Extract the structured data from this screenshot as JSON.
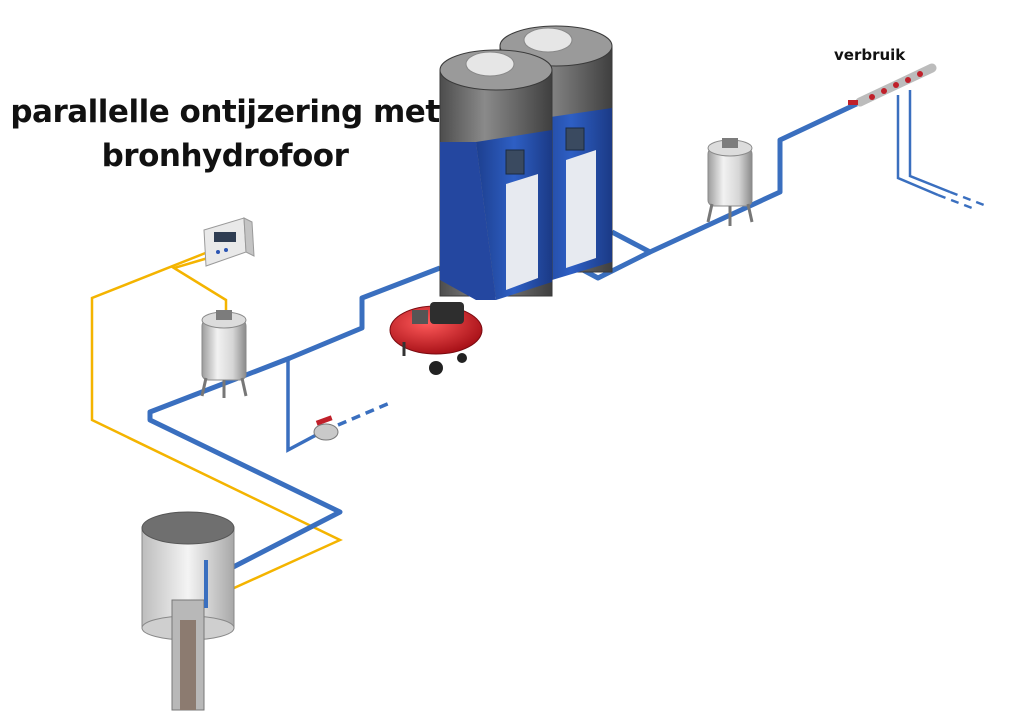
{
  "diagram": {
    "title_line1": "parallelle  ontijzering met",
    "title_line2": "bronhydrofoor",
    "consumer_label": "verbruik"
  },
  "colors": {
    "water_pipe": "#3a6fbf",
    "signal_cable": "#f4b400",
    "filter_body": "#6b6b6b",
    "filter_front": "#2b55b3",
    "compressor": "#c8141c",
    "valve_handle": "#c0202a"
  }
}
